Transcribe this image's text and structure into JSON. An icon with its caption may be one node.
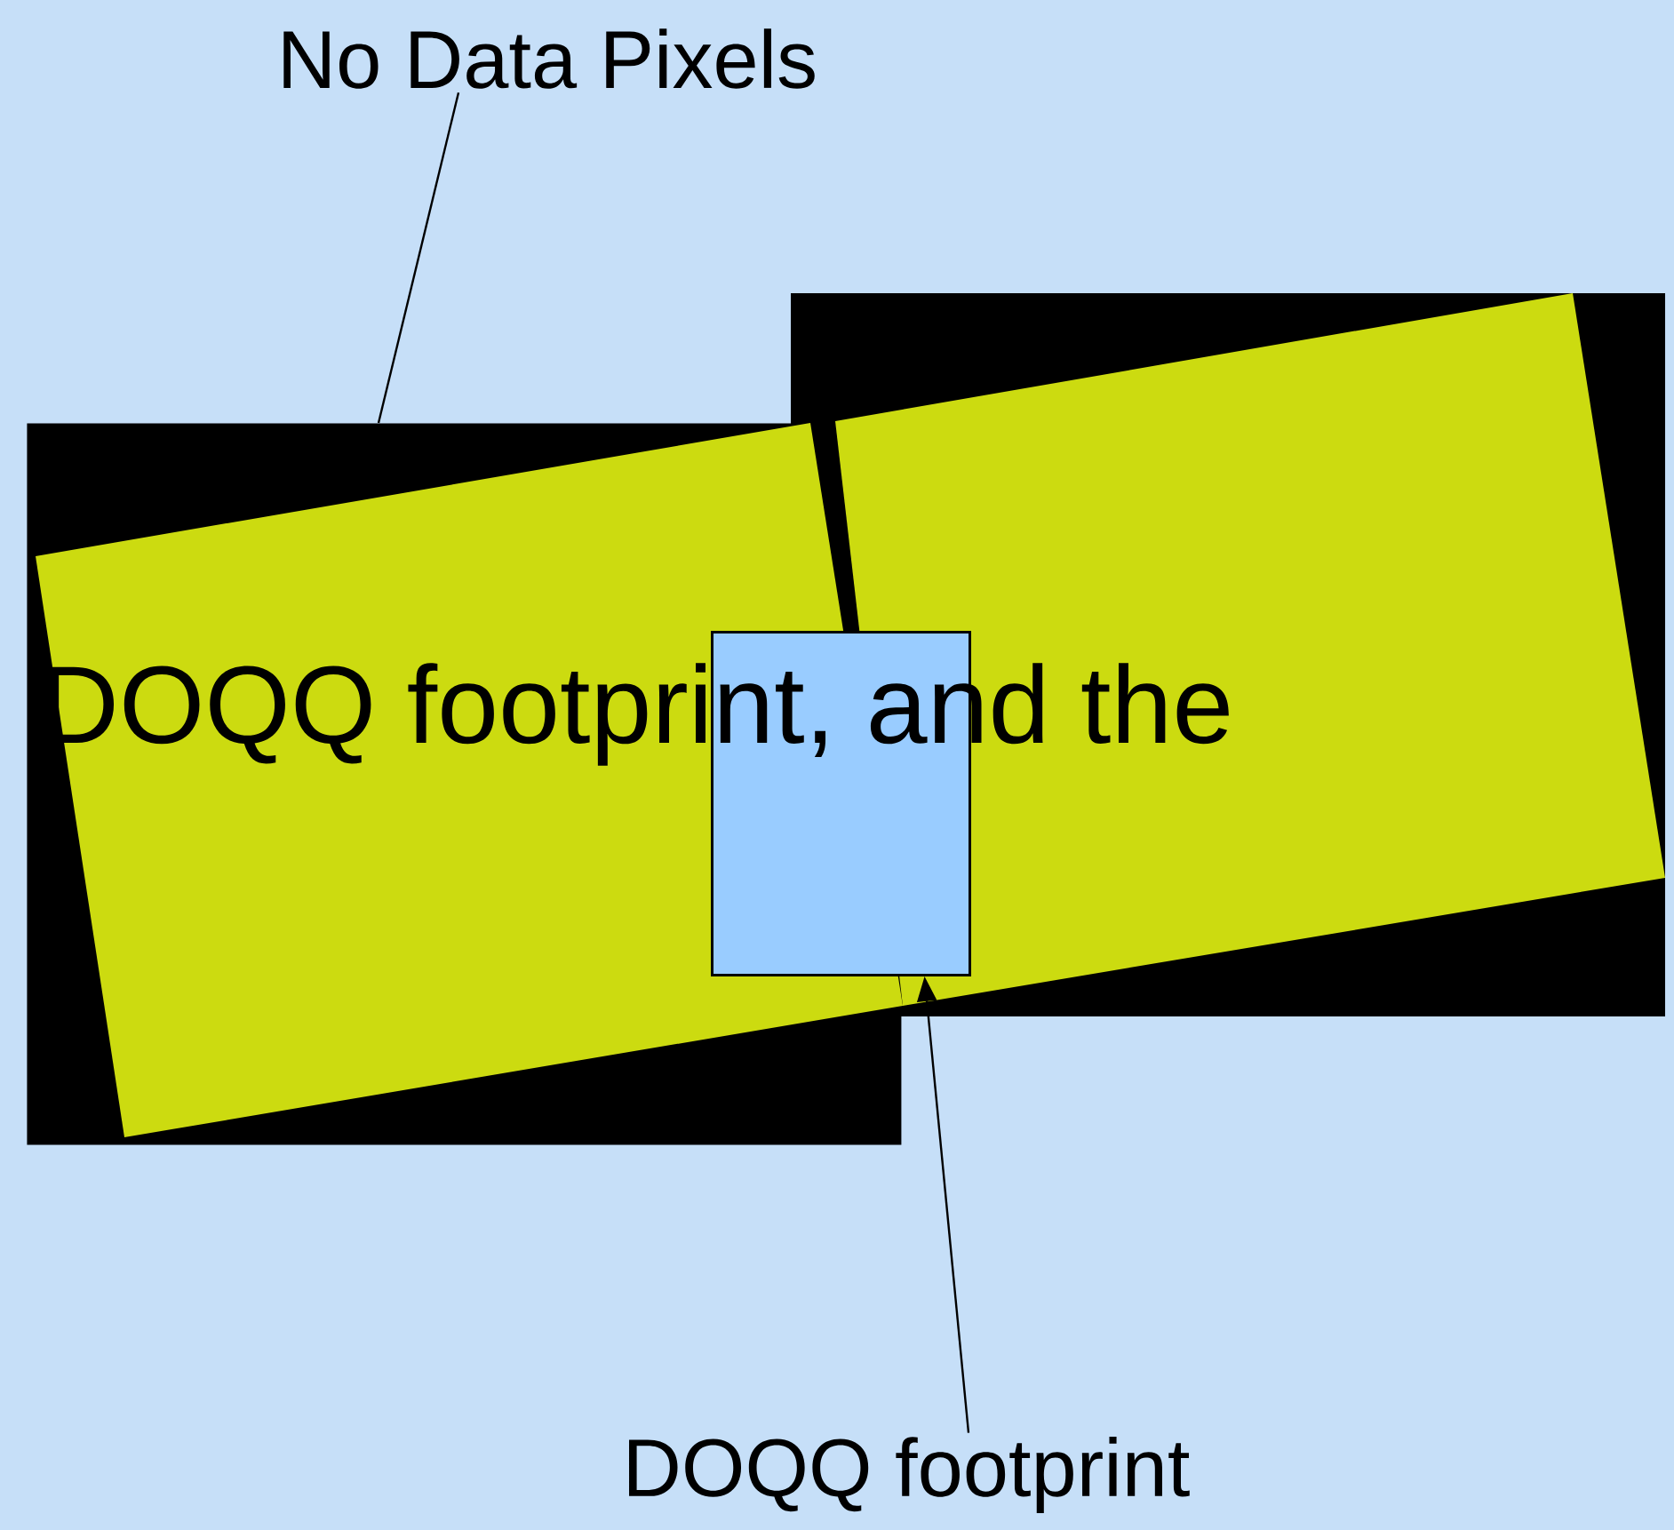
{
  "diagram": {
    "nodes": [
      {
        "text": [
          "No Data Pixels"
        ]
      },
      {
        "text": [],
        "shape": "box"
      },
      {
        "text": [],
        "shape": "box"
      },
      {
        "text": [
          "DOQQ footprint"
        ]
      }
    ],
    "edges": [
      {
        "from": 0,
        "to": 1,
        "arrow": "none"
      },
      {
        "from": 3,
        "to": 2,
        "arrow": "to"
      }
    ],
    "labels": [
      "DOQQ footprint, and the"
    ]
  }
}
